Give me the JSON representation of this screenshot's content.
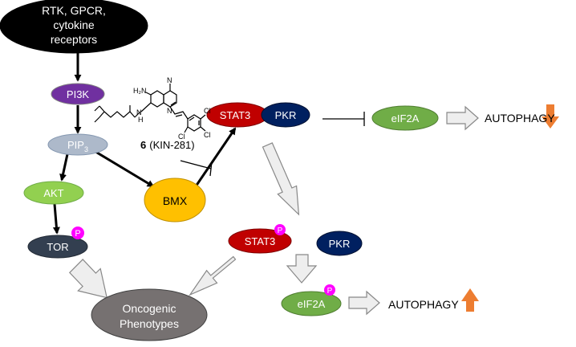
{
  "nodes": {
    "receptors": {
      "lines": [
        "RTK, GPCR,",
        "cytokine",
        "receptors"
      ],
      "fill": "#000000",
      "text_color": "#ffffff"
    },
    "pi3k": {
      "label": "PI3K",
      "fill": "#7030a0",
      "text_color": "#ffffff"
    },
    "pip3": {
      "label": "PIP",
      "sub": "3",
      "fill": "#adb9ca",
      "text_color": "#ffffff"
    },
    "akt": {
      "label": "AKT",
      "fill": "#92d050",
      "text_color": "#ffffff"
    },
    "tor": {
      "label": "TOR",
      "fill": "#333f50",
      "text_color": "#ffffff"
    },
    "bmx": {
      "label": "BMX",
      "fill": "#ffc000",
      "text_color": "#000000"
    },
    "stat3_top": {
      "label": "STAT3",
      "fill": "#c00000",
      "text_color": "#ffffff"
    },
    "pkr_top": {
      "label": "PKR",
      "fill": "#002060",
      "text_color": "#ffffff"
    },
    "eif2a_top": {
      "label": "eIF2A",
      "fill": "#70ad47",
      "text_color": "#ffffff"
    },
    "stat3_bottom": {
      "label": "STAT3",
      "fill": "#c00000",
      "text_color": "#ffffff"
    },
    "pkr_bottom": {
      "label": "PKR",
      "fill": "#002060",
      "text_color": "#ffffff"
    },
    "eif2a_bottom": {
      "label": "eIF2A",
      "fill": "#70ad47",
      "text_color": "#ffffff"
    },
    "oncogenic": {
      "lines": [
        "Oncogenic",
        "Phenotypes"
      ],
      "fill": "#767171",
      "text_color": "#ffffff"
    }
  },
  "phospho": {
    "label": "P",
    "fill": "#ff00ff",
    "text_color": "#ffffff"
  },
  "compound": {
    "number": "6",
    "name": "(KIN-281)",
    "atoms": {
      "amine": "H₂N",
      "nh": "H",
      "n1": "N",
      "n2": "N",
      "n3": "N",
      "cl1": "Cl",
      "cl2": "Cl",
      "cl3": "Cl"
    }
  },
  "outcomes": {
    "top": {
      "label": "AUTOPHAGY",
      "direction": "down",
      "arrow_color": "#ed7d31"
    },
    "bottom": {
      "label": "AUTOPHAGY",
      "direction": "up",
      "arrow_color": "#ed7d31"
    }
  }
}
